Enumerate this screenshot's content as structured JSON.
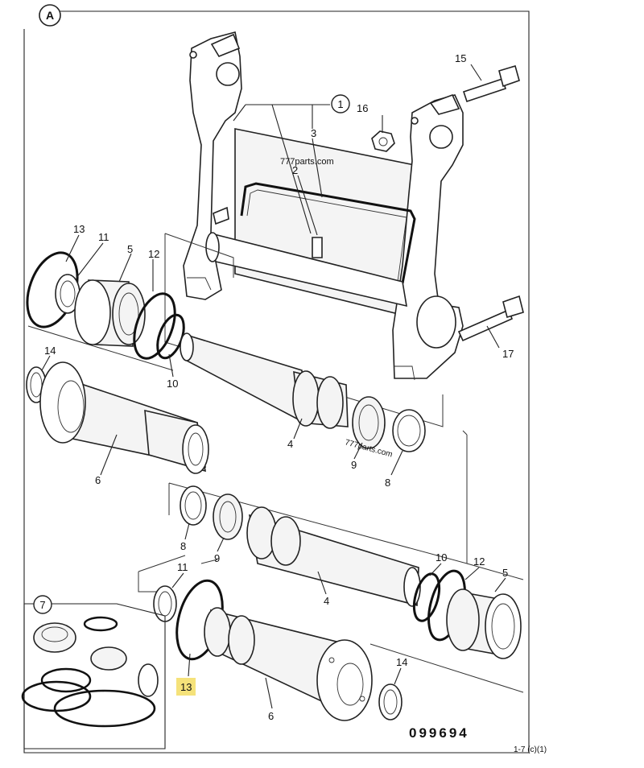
{
  "sheet_badge": "A",
  "drawing_number": "099694",
  "watermark": "777parts.com",
  "corner_note": "1-7 (c)(1)",
  "callouts": {
    "c1": "1",
    "c2": "2",
    "c3": "3",
    "c4a": "4",
    "c4b": "4",
    "c5a": "5",
    "c5b": "5",
    "c6a": "6",
    "c6b": "6",
    "c7": "7",
    "c8a": "8",
    "c8b": "8",
    "c9a": "9",
    "c9b": "9",
    "c10a": "10",
    "c10b": "10",
    "c11a": "11",
    "c11b": "11",
    "c12a": "12",
    "c12b": "12",
    "c13a": "13",
    "c13b": "13",
    "c14a": "14",
    "c14b": "14",
    "c15": "15",
    "c16": "16",
    "c17": "17"
  },
  "highlight_color": "#f5e27a"
}
